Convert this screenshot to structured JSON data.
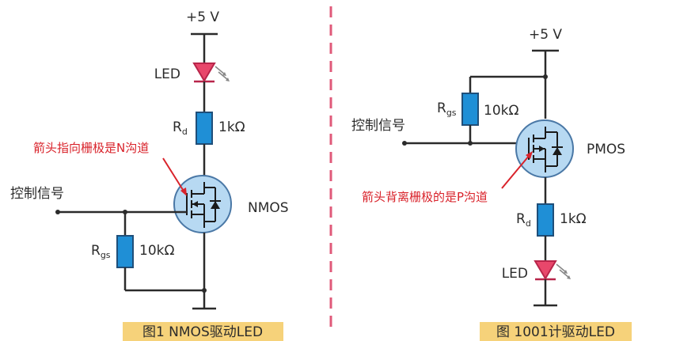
{
  "left": {
    "supply": "+5 V",
    "led": "LED",
    "rd_main": "R",
    "rd_sub": "d",
    "rd_value": "1kΩ",
    "annotation": "箭头指向栅极是N沟道",
    "input": "控制信号",
    "mos_label": "NMOS",
    "rgs_main": "R",
    "rgs_sub": "gs",
    "rgs_value": "10kΩ",
    "caption": "图1 NMOS驱动LED"
  },
  "right": {
    "supply": "+5 V",
    "rgs_main": "R",
    "rgs_sub": "gs",
    "rgs_value": "10kΩ",
    "input": "控制信号",
    "mos_label": "PMOS",
    "annotation": "箭头背离栅极的是P沟道",
    "rd_main": "R",
    "rd_sub": "d",
    "rd_value": "1kΩ",
    "led": "LED",
    "caption": "图 1001计驱动LED"
  },
  "colors": {
    "wire": "#2b2b2b",
    "resistor": "#1f8fd6",
    "mosfet": "#b7d9f2",
    "led": "#e8476b",
    "annotation": "#d9232b",
    "divider": "#e05a7a",
    "caption_bg": "#f6d27a"
  }
}
